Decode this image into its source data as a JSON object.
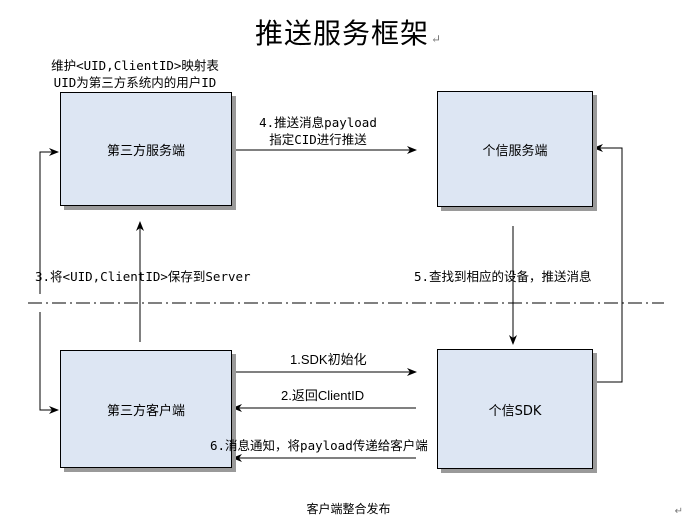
{
  "title": "推送服务框架",
  "nodes": {
    "third_server": "第三方服务端",
    "getui_server": "个信服务端",
    "third_client": "第三方客户端",
    "getui_sdk": "个信SDK"
  },
  "notes": {
    "mapping_line1": "维护<UID,ClientID>映射表",
    "mapping_line2": "UID为第三方系统内的用户ID"
  },
  "edges": {
    "step1": "1.SDK初始化",
    "step2": "2.返回ClientID",
    "step3": "3.将<UID,ClientID>保存到Server",
    "step4_line1": "4.推送消息payload",
    "step4_line2": "指定CID进行推送",
    "step5": "5.查找到相应的设备，推送消息",
    "step6": "6.消息通知，将payload传递给客户端"
  },
  "footer": "客户端整合发布"
}
